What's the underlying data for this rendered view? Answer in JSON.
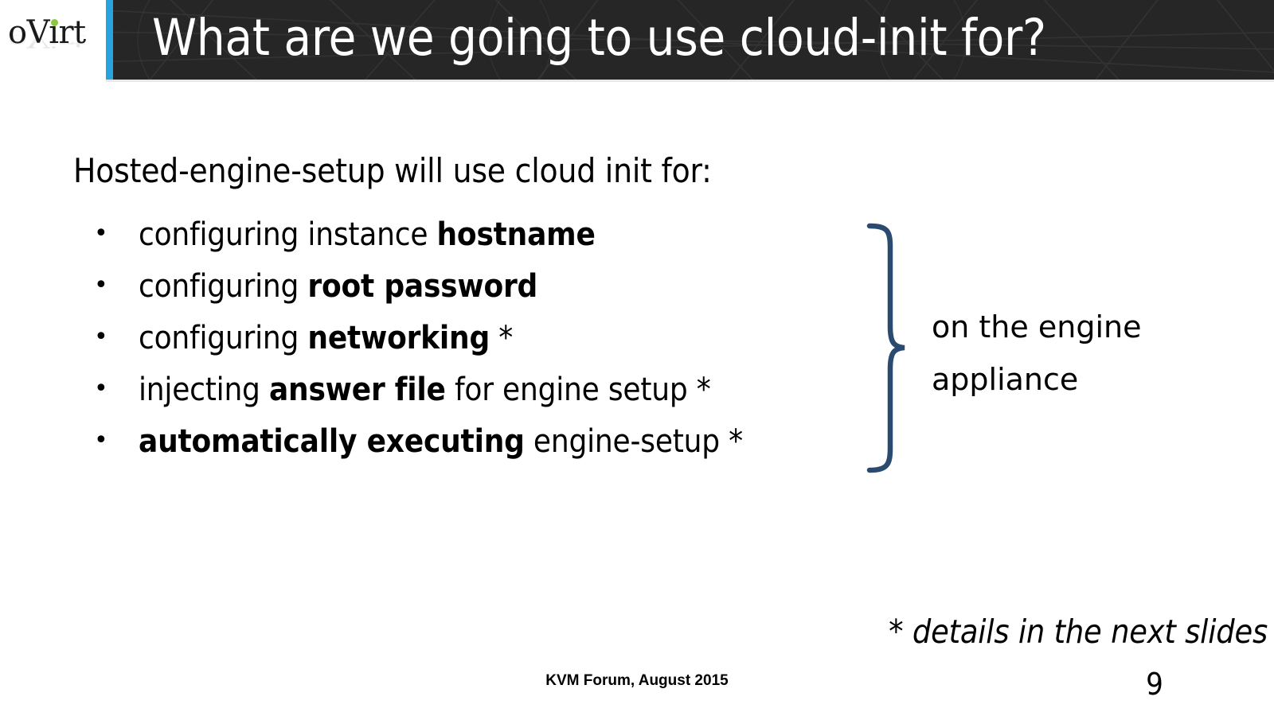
{
  "slide": {
    "logo": {
      "word": "oVirt",
      "dot_color": "#8dc63f"
    },
    "header": {
      "title": "What are we going to use cloud-init for?",
      "bar_color": "#262626",
      "accent_color": "#29a3e0",
      "title_color": "#ffffff"
    },
    "body": {
      "intro": "Hosted-engine-setup will use cloud init for:",
      "bullet_marker": "•",
      "bullets": [
        {
          "pre": "configuring instance ",
          "bold": "hostname",
          "post": ""
        },
        {
          "pre": "configuring ",
          "bold": "root password",
          "post": ""
        },
        {
          "pre": "configuring ",
          "bold": "networking",
          "post": " *"
        },
        {
          "pre": "injecting ",
          "bold": "answer file",
          "post": " for engine setup *"
        },
        {
          "pre": "",
          "bold": "automatically executing",
          "post": " engine-setup *"
        }
      ]
    },
    "annotation": {
      "brace_color": "#2b4a70",
      "line1": "on the engine",
      "line2": "appliance"
    },
    "footnote": "* details in the next slides",
    "footer": {
      "event": "KVM Forum, August 2015",
      "page_number": "9"
    }
  }
}
